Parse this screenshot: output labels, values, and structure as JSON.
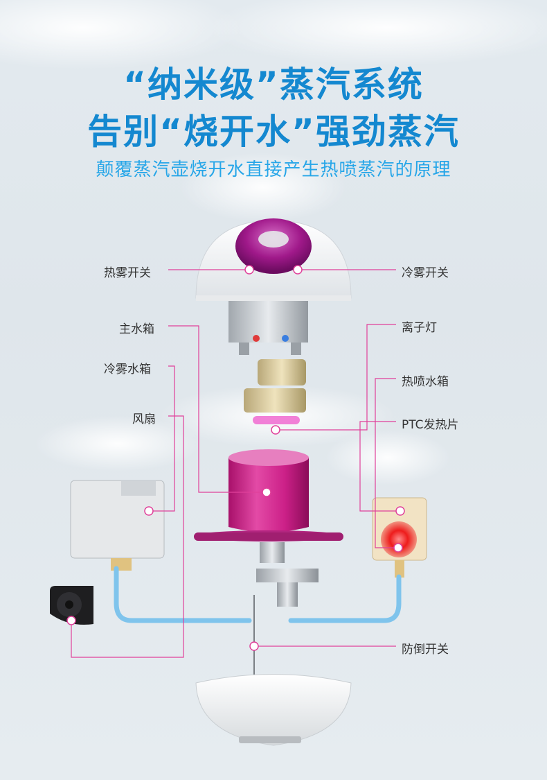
{
  "header": {
    "line1": "“纳米级”蒸汽系统",
    "line2": "告别“烧开水”强劲蒸汽",
    "subtitle": "颠覆蒸汽壶烧开水直接产生热喷蒸汽的原理"
  },
  "labels": {
    "hot_mist_switch": "热雾开关",
    "cold_mist_switch": "冷雾开关",
    "main_tank": "主水箱",
    "ion_light": "离子灯",
    "cold_mist_tank": "冷雾水箱",
    "hot_spray_tank": "热喷水箱",
    "fan": "风扇",
    "ptc_heater": "PTC发热片",
    "anti_tip_switch": "防倒开关"
  },
  "colors": {
    "title": "#1488d0",
    "subtitle": "#27a6e8",
    "callout": "#e0409a",
    "tank_magenta": "#c0187c"
  }
}
